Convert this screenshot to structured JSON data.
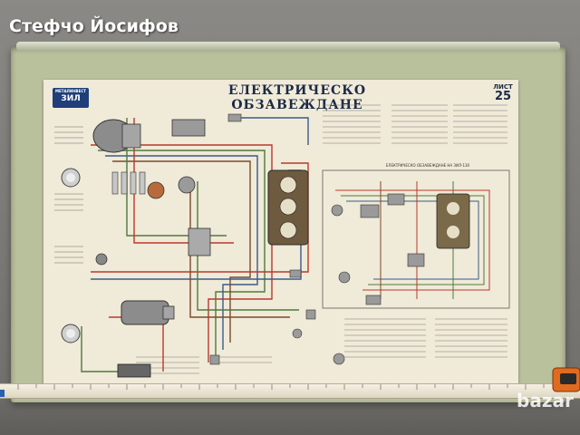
{
  "photo": {
    "watermark": "Стефчо Йосифов",
    "marketplace_logo": "bazar"
  },
  "poster": {
    "title": "ЕЛЕКТРИЧЕСКО ОБЗАВЕЖДАНЕ",
    "sheet_label": "ЛИСТ",
    "sheet_number": "25",
    "logo_line1": "МЕТАЛИНВЕСТ",
    "logo_line2": "ЗИЛ",
    "right_panel_title": "ЕЛЕКТРИЧЕСКО ОБЗАВЕЖДАНЕ НА ЗИЛ-130"
  },
  "colors": {
    "wall": "#7d7c78",
    "canvas": "#b9c09c",
    "paper": "#f0ead8",
    "ink": "#1c2a48",
    "wire_red": "#b83a2e",
    "wire_green": "#4f7a3c",
    "wire_blue": "#3b5a8a",
    "wire_brown": "#7a4a2a",
    "tape_blue": "#2a5fb0",
    "tape_red": "#c0352a"
  },
  "icons": [
    "speaker-horn-icon",
    "headlight-icon",
    "generator-icon",
    "starter-motor-icon",
    "gauge-cluster-icon"
  ]
}
